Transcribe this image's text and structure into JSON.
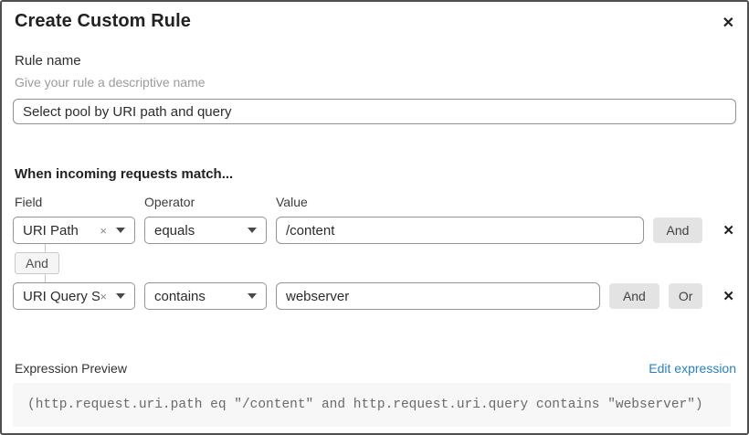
{
  "dialog": {
    "title": "Create Custom Rule"
  },
  "icons": {
    "close": "✕",
    "clear": "×"
  },
  "rule_name": {
    "label": "Rule name",
    "helper": "Give your rule a descriptive name",
    "value": "Select pool by URI path and query"
  },
  "matcher": {
    "heading": "When incoming requests match...",
    "columns": {
      "field": "Field",
      "operator": "Operator",
      "value": "Value"
    },
    "connector_label": "And",
    "rows": [
      {
        "field": "URI Path",
        "operator": "equals",
        "value": "/content",
        "and_label": "And"
      },
      {
        "field": "URI Query St...",
        "operator": "contains",
        "value": "webserver",
        "and_label": "And",
        "or_label": "Or"
      }
    ]
  },
  "expression": {
    "label": "Expression Preview",
    "edit_link": "Edit expression",
    "code": "(http.request.uri.path eq \"/content\" and http.request.uri.query contains \"webserver\")"
  },
  "colors": {
    "link_blue": "#2c80ba",
    "button_gray": "#e3e3e3",
    "border_gray": "#949494"
  }
}
